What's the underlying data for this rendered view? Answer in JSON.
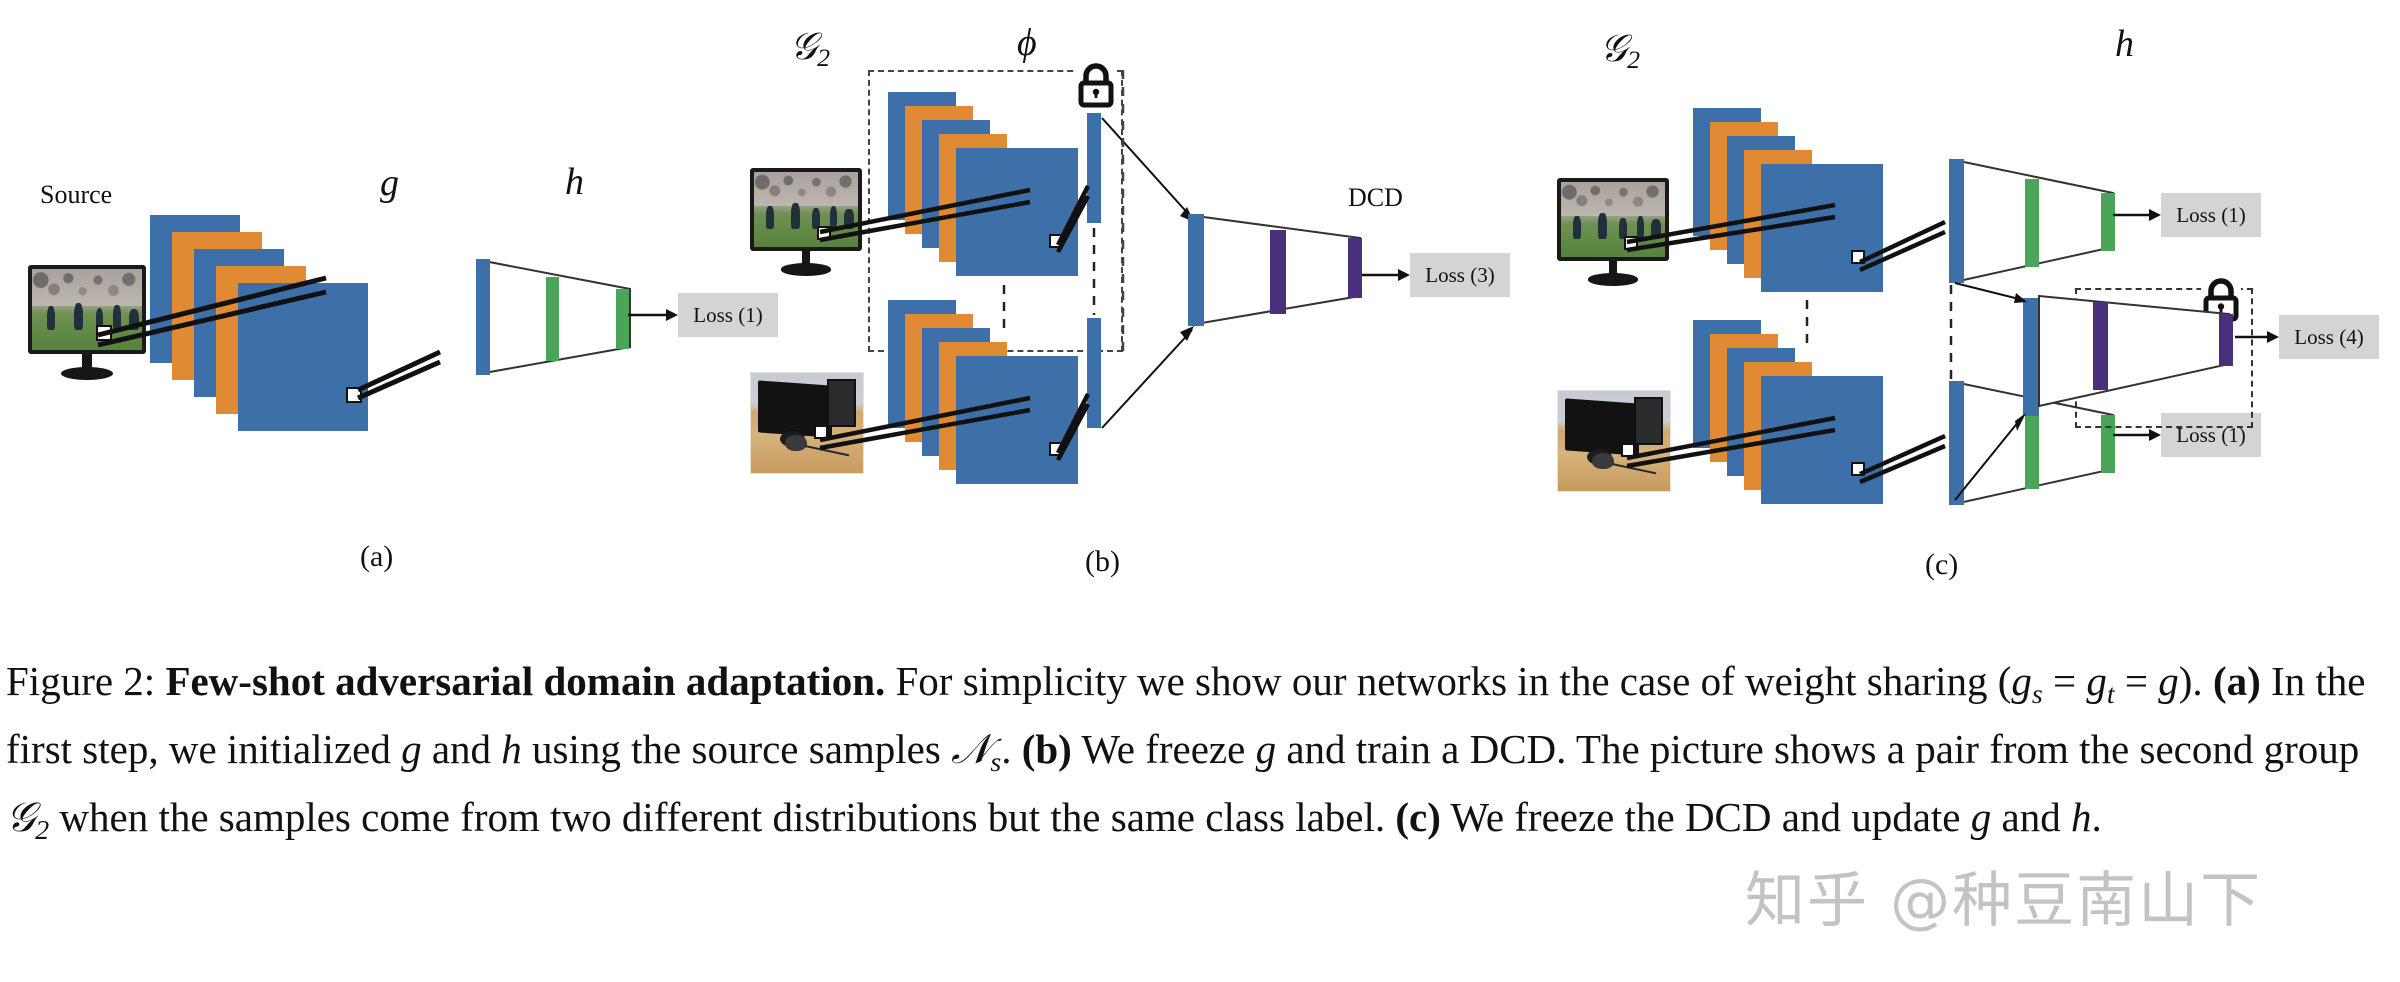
{
  "figure": {
    "number": "Figure 2:",
    "title": "Few-shot adversarial domain adaptation.",
    "caption_part_1": " For simplicity we show our networks in the case of weight sharing (",
    "caption_part_2": "). ",
    "caption_a_tag": "(a)",
    "caption_a_text": " In the first step, we initialized ",
    "caption_a_text2": " and ",
    "caption_a_text3": " using the source samples ",
    "caption_b_tag": "(b)",
    "caption_b_text": " We freeze ",
    "caption_b_text2": " and train a DCD. The picture shows a pair from the second group ",
    "caption_c_text": " when the samples come from two different distributions but the same class label. ",
    "caption_c_tag": "(c)",
    "caption_c_text2": " We freeze the DCD and update ",
    "caption_c_text3": " and ",
    "caption_end": "."
  },
  "symbols": {
    "g": "g",
    "h": "h",
    "phi": "ϕ",
    "script_g": "𝒢",
    "sub_2": "2",
    "sub_s": "s",
    "sub_t": "t",
    "script_d": "𝒩",
    "equals": "=",
    "g_s": "g",
    "g_t": "g",
    "period": "."
  },
  "panels": [
    {
      "id": "a",
      "letter": "(a)",
      "source_label": "Source",
      "g_label": "g",
      "h_label": "h",
      "loss_label": "Loss (1)"
    },
    {
      "id": "b",
      "letter": "(b)",
      "group_label_top": "𝒢",
      "group_sub": "2",
      "phi_label": "ϕ",
      "dcd_label": "DCD",
      "loss_label": "Loss (3)",
      "lock_icon": "padlock-closed"
    },
    {
      "id": "c",
      "letter": "(c)",
      "group_label_top": "𝒢",
      "group_sub": "2",
      "h_label": "h",
      "loss_top": "Loss (1)",
      "loss_mid": "Loss (4)",
      "loss_bottom": "Loss (1)",
      "lock_icon": "padlock-closed"
    }
  ],
  "colors": {
    "conv_blue": "#3d6fa8",
    "conv_orange": "#e08b33",
    "classifier_green": "#4aa558",
    "dcd_purple": "#492f7c",
    "loss_box_gray": "#d4d4d4",
    "outline": "#333333",
    "watermark_gray": "#b9b9b9"
  },
  "watermark": {
    "text": "知乎 @种豆南山下"
  }
}
